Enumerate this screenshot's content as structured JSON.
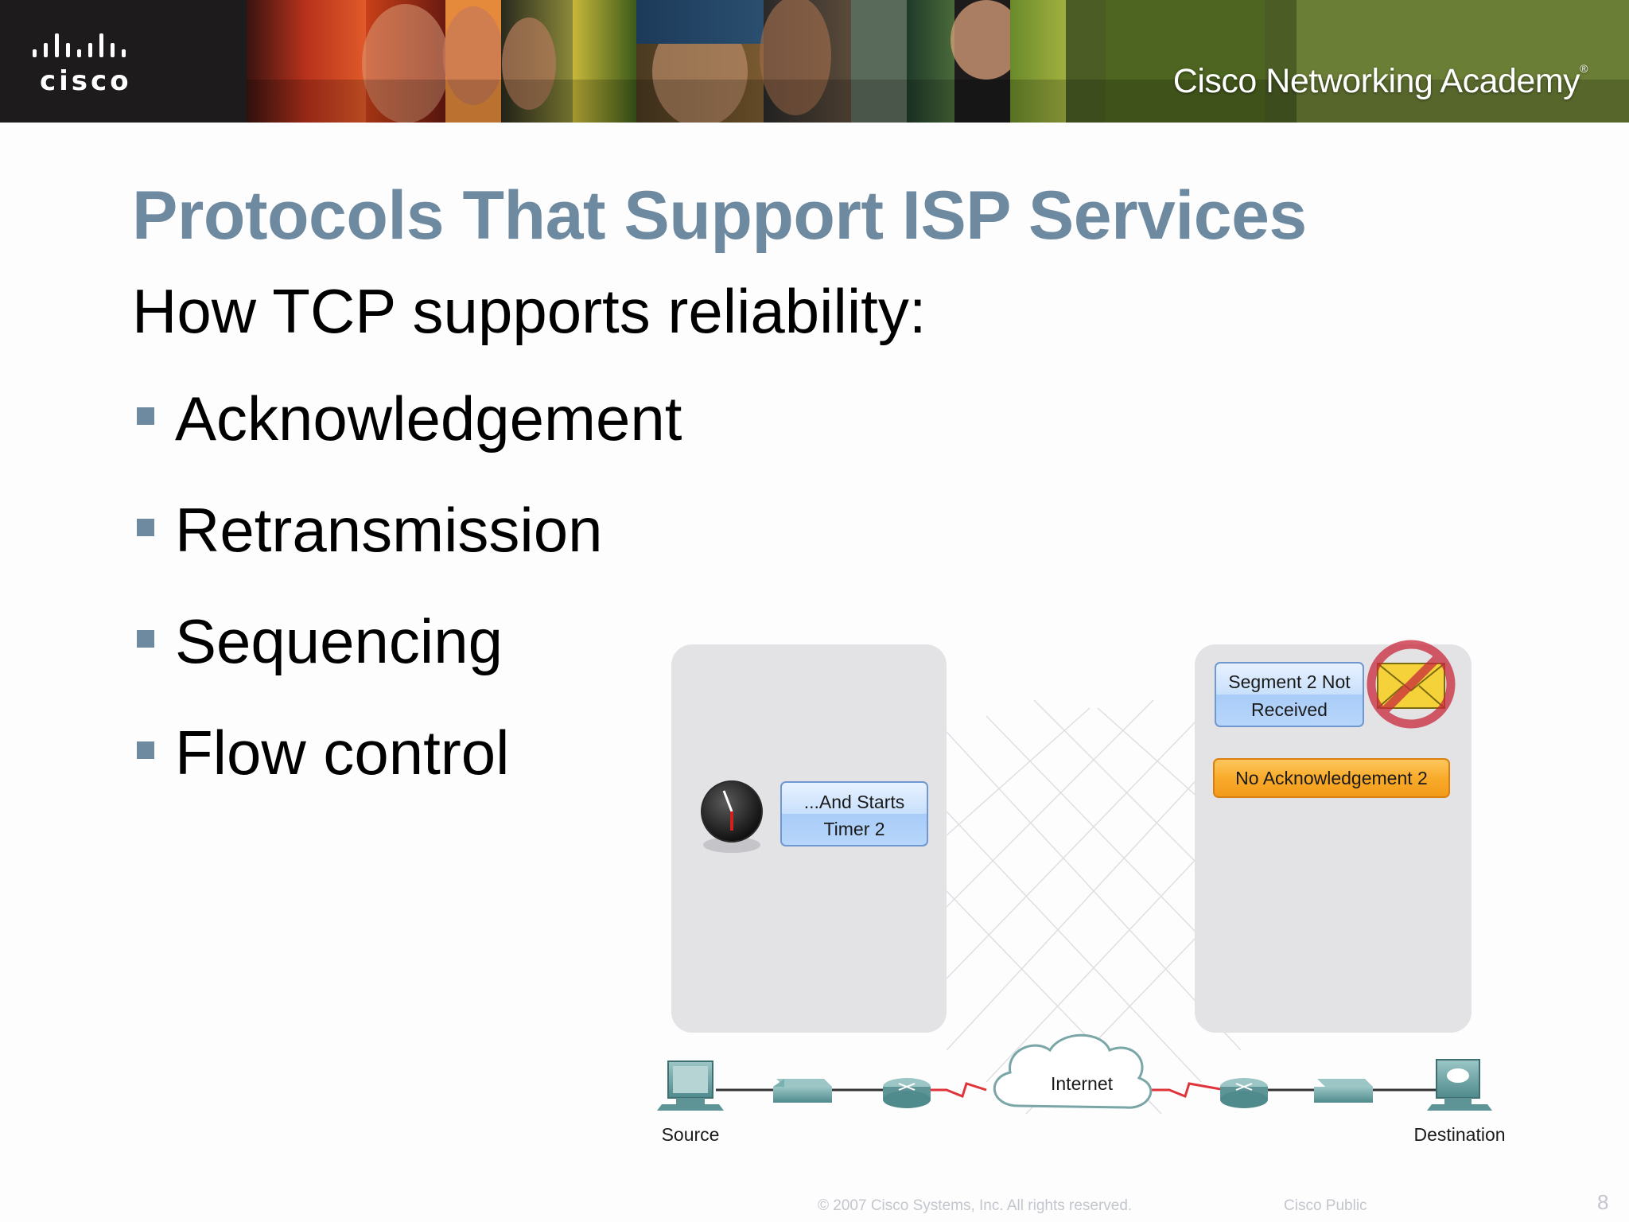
{
  "banner": {
    "logo_text": "cisco",
    "academy_text": "Cisco Networking Academy",
    "academy_mark": "®"
  },
  "slide": {
    "title": "Protocols That Support ISP Services",
    "subtitle": "How TCP supports reliability:",
    "bullets": [
      {
        "label": "Acknowledgement"
      },
      {
        "label": "Retransmission"
      },
      {
        "label": "Sequencing"
      },
      {
        "label": "Flow control"
      }
    ]
  },
  "diagram": {
    "source_box": {
      "line1": "...And Starts",
      "line2": "Timer 2"
    },
    "dest_box": {
      "line1": "Segment 2 Not",
      "line2": "Received"
    },
    "no_ack_label": "No Acknowledgement 2",
    "cloud_label": "Internet",
    "source_label": "Source",
    "destination_label": "Destination",
    "icons": [
      "clock-icon",
      "envelope-icon",
      "no-symbol-icon",
      "pc-icon",
      "switch-icon",
      "router-icon",
      "cloud-icon",
      "server-icon"
    ],
    "colors": {
      "blue_box": "#bcd8fb",
      "orange_box": "#f9a825",
      "panel": "#e3e3e6",
      "device": "#6aa0a2",
      "wan_link": "#e0343b"
    }
  },
  "footer": {
    "copyright": "© 2007 Cisco Systems, Inc. All rights reserved.",
    "classification": "Cisco Public",
    "page_number": "8"
  },
  "colors": {
    "title": "#6e8aa0",
    "bullet": "#6e8aa0",
    "banner_bg": "#1d1b1c"
  }
}
